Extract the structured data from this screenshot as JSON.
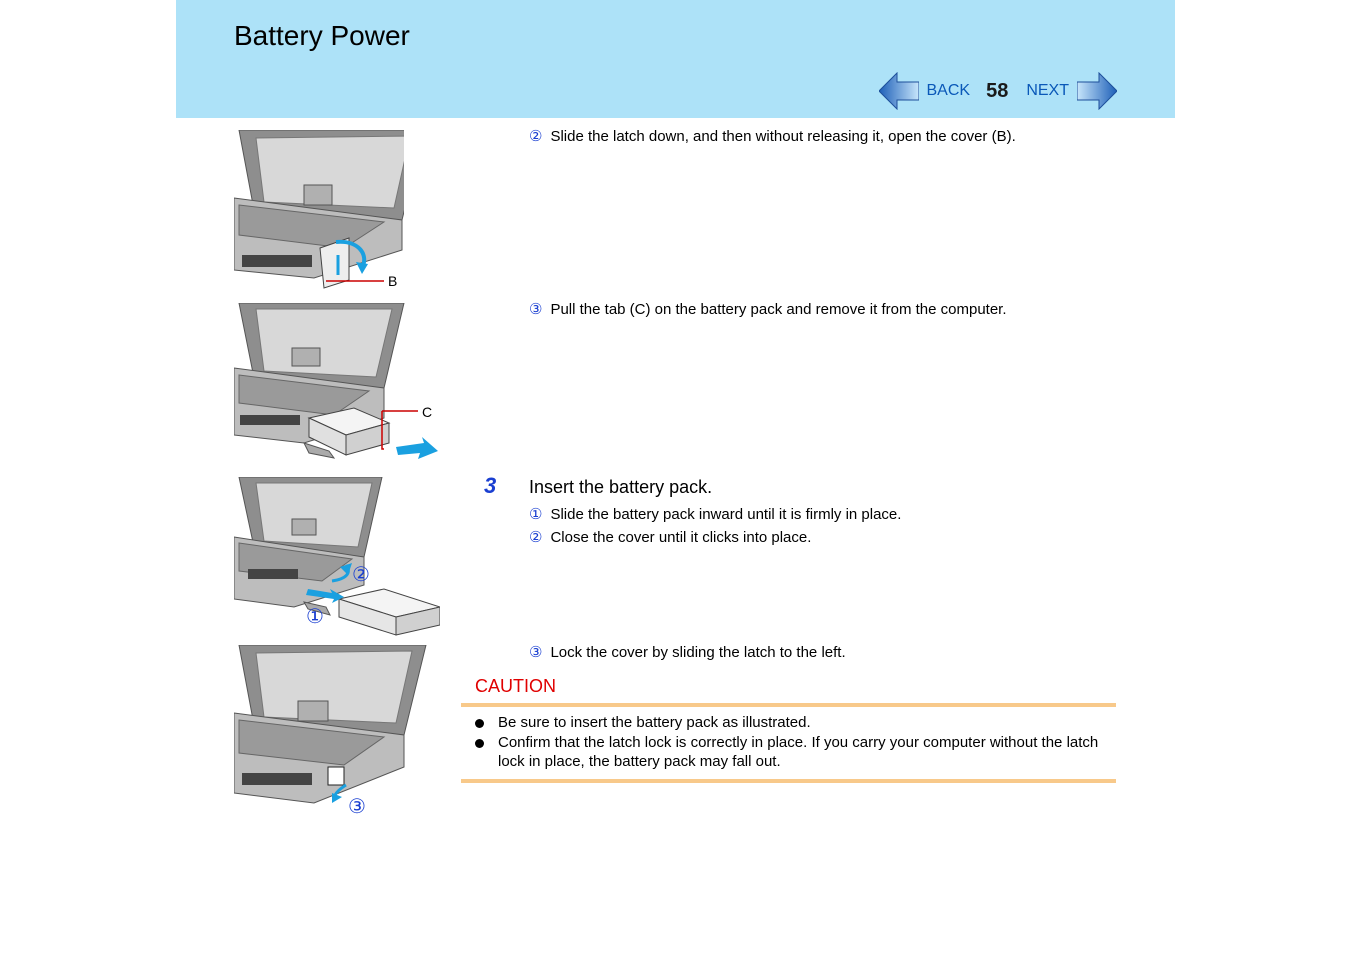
{
  "header": {
    "title": "Battery Power",
    "back_label": "BACK",
    "page_number": "58",
    "next_label": "NEXT"
  },
  "steps": {
    "s2b": {
      "marker": "②",
      "text": "Slide the latch down, and then without releasing it, open the cover (B)."
    },
    "s2c": {
      "marker": "③",
      "text": "Pull the tab (C) on the battery pack and remove it from the computer."
    },
    "step3": {
      "number": "3",
      "title": "Insert the battery pack.",
      "sub1": {
        "marker": "①",
        "text": "Slide the battery pack inward until it is firmly in place."
      },
      "sub2": {
        "marker": "②",
        "text": "Close the cover until it clicks into place."
      },
      "sub3": {
        "marker": "③",
        "text": "Lock the cover by sliding the latch to the left."
      }
    }
  },
  "figures": {
    "fig1_label": "B",
    "fig2_label": "C",
    "fig3_label1": "②",
    "fig3_label2": "①",
    "fig4_label": "③"
  },
  "caution": {
    "title": "CAUTION",
    "items": [
      "Be sure to insert the battery pack as illustrated.",
      "Confirm that the latch lock is correctly in place. If you carry your computer without the latch lock in place, the battery pack may fall out."
    ]
  },
  "colors": {
    "header_bg": "#ade2f8",
    "nav_text": "#0a58b8",
    "marker_blue": "#1a3fd1",
    "caution_red": "#e00000",
    "rule_orange": "#f8c98a",
    "leader_red": "#cc0000",
    "arrow_blue": "#1aa0e0"
  }
}
